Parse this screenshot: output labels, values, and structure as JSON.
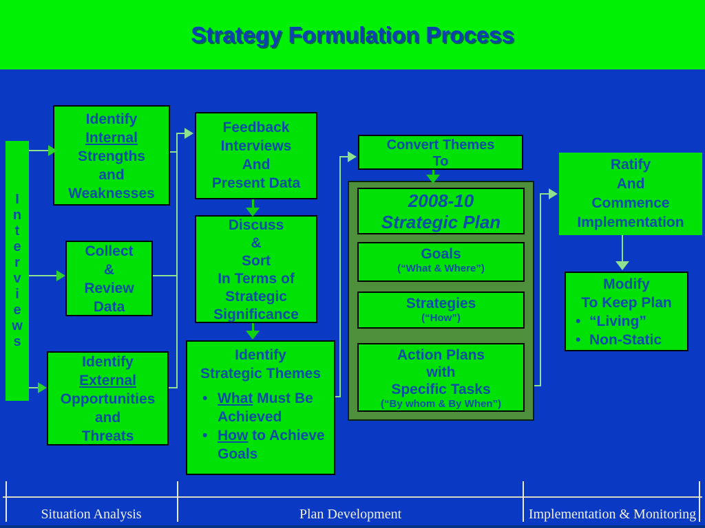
{
  "title": "Strategy Formulation Process",
  "bullet_char": "•",
  "interviews": {
    "word": "Interviews",
    "letters_stacked": "I\nn\nt\ne\nr\nv\ni\ne\nw\ns"
  },
  "boxes": {
    "internal": {
      "line1": "Identify",
      "underlined": "Internal",
      "rest": "Strengths\nand\nWeaknesses"
    },
    "collect": {
      "text": "Collect\n&\nReview\nData"
    },
    "external": {
      "line1": "Identify",
      "underlined": "External",
      "rest": "Opportunities\nand\nThreats"
    },
    "feedback": {
      "text": "Feedback\nInterviews\nAnd\nPresent Data"
    },
    "discuss": {
      "text": "Discuss\n&\nSort\nIn Terms of\nStrategic\nSignificance"
    },
    "themes": {
      "title": "Identify\nStrategic Themes",
      "bullets": [
        {
          "u": "What",
          "rest": " Must Be\nAchieved"
        },
        {
          "u": "How",
          "rest": " to Achieve\nGoals"
        }
      ]
    },
    "convert": {
      "text": "Convert Themes\nTo"
    },
    "ratify": {
      "text": "Ratify\nAnd\nCommence\nImplementation"
    },
    "modify": {
      "title": "Modify\nTo Keep Plan",
      "bullets": [
        "“Living”",
        "Non-Static"
      ]
    }
  },
  "plan_panel": {
    "title": "2008-10\nStrategic Plan",
    "items": [
      {
        "main": "Goals",
        "sub": "(“What & Where”)"
      },
      {
        "main": "Strategies",
        "sub": "(“How”)"
      },
      {
        "main": "Action Plans\nwith\nSpecific Tasks",
        "sub": "(“By whom & By When”)"
      }
    ]
  },
  "footer": {
    "phases": [
      {
        "label": "Situation Analysis"
      },
      {
        "label": "Plan Development"
      },
      {
        "label": "Implementation & Monitoring"
      }
    ]
  },
  "colors": {
    "background_blue": "#0a3ac4",
    "banner_green": "#00f104",
    "box_green": "#00e206",
    "panel_olive_green": "#4e8f3c",
    "text_blue": "#0a4da6",
    "arrow_light_green": "#8fe08f",
    "arrow_bright_green": "#12cf12",
    "footer_text": "#f0f0e4"
  }
}
